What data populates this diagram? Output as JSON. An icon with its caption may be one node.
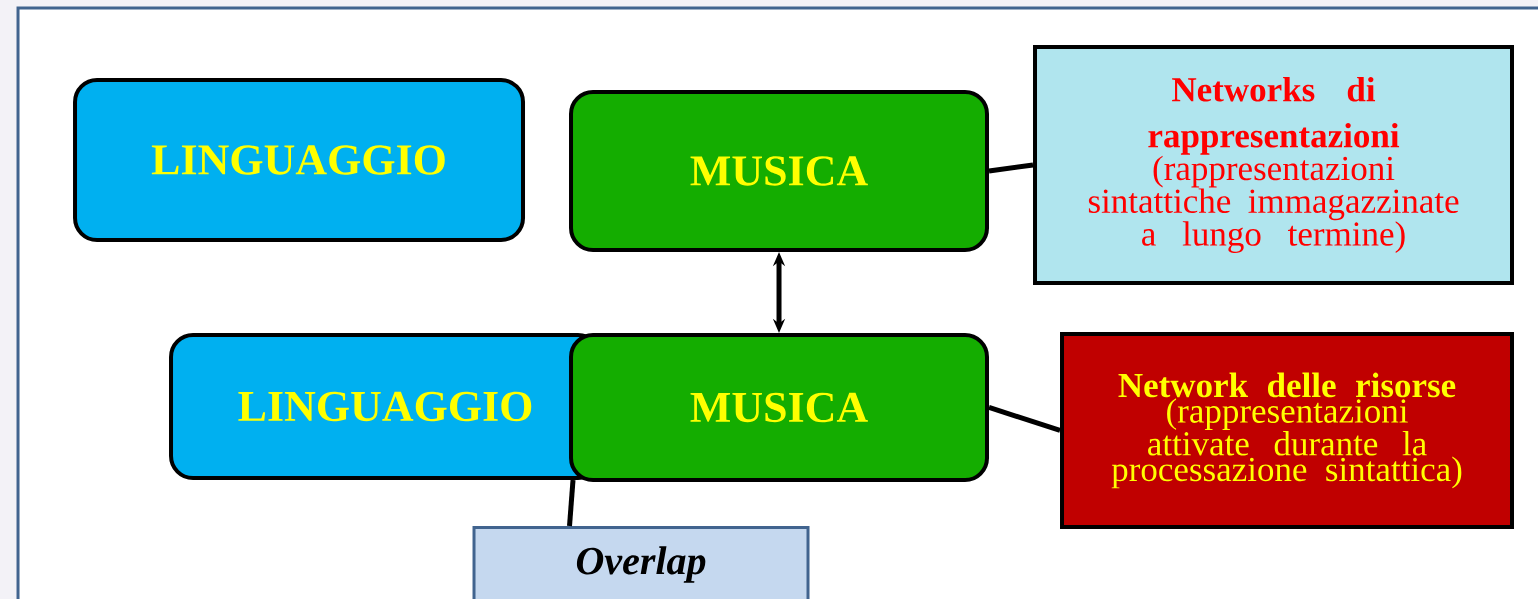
{
  "diagram": {
    "nodes": [
      {
        "text": [
          "LINGUAGGIO"
        ]
      },
      {
        "text": [
          "MUSICA"
        ]
      },
      {
        "text": [
          "Networks di rappresentazioni",
          "(rappresentazioni sintattiche immagazzinate a lungo termine)"
        ]
      },
      {
        "text": [
          "LINGUAGGIO"
        ]
      },
      {
        "text": [
          "MUSICA"
        ]
      },
      {
        "text": [
          "Network delle risorse",
          "(rappresentazioni attivate durante la processazione sintattica)"
        ]
      },
      {
        "text": [
          "Overlap"
        ]
      }
    ],
    "edges": [
      {
        "from": 1,
        "to": 2,
        "arrow": "none"
      },
      {
        "from": 1,
        "to": 4,
        "arrow": "both"
      },
      {
        "from": 4,
        "to": 5,
        "arrow": "none"
      },
      {
        "from": 6,
        "to": 3,
        "arrow": "none"
      }
    ]
  }
}
